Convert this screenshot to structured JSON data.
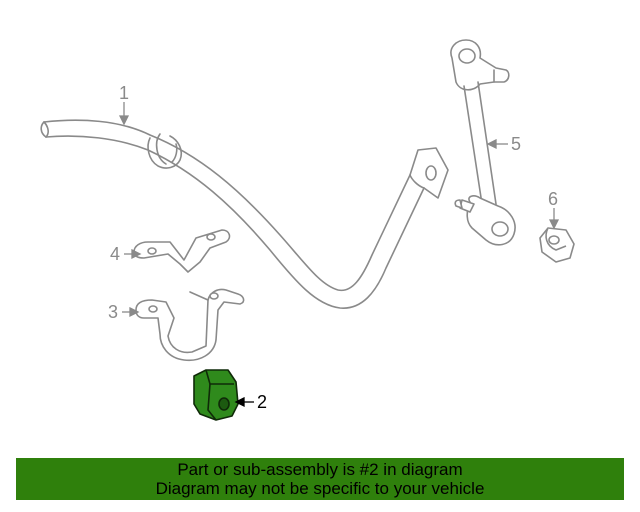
{
  "diagram": {
    "callouts": [
      {
        "number": "1",
        "part": "stabilizer-bar"
      },
      {
        "number": "2",
        "part": "bushing",
        "highlighted": true
      },
      {
        "number": "3",
        "part": "bracket"
      },
      {
        "number": "4",
        "part": "bracket-upper"
      },
      {
        "number": "5",
        "part": "stabilizer-link"
      },
      {
        "number": "6",
        "part": "nut"
      }
    ],
    "colors": {
      "line": "#8a8a8a",
      "highlight_fill": "#2f8a1c",
      "highlight_stroke": "#0f2a08"
    }
  },
  "banner": {
    "line1": "Part or sub-assembly is #2 in diagram",
    "line2": "Diagram may not be specific to your vehicle",
    "background": "#2f800c"
  }
}
